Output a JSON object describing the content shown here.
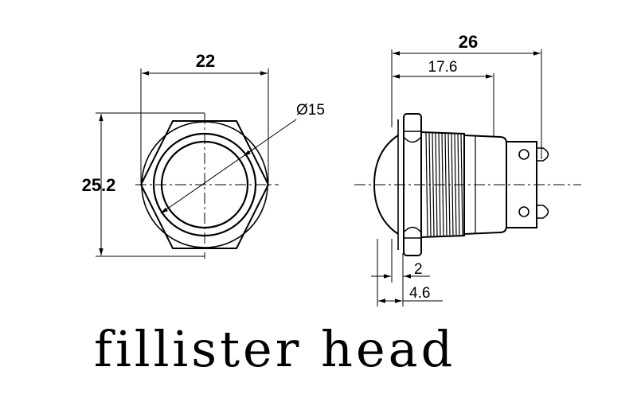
{
  "caption": "fillister head",
  "front_view": {
    "width_label": "22",
    "height_label": "25.2",
    "diameter_label": "Ø15"
  },
  "side_view": {
    "overall_length_label": "26",
    "body_length_label": "17.6",
    "flange_label": "2",
    "head_label": "4.6"
  },
  "colors": {
    "line": "#000000",
    "background": "#ffffff"
  }
}
